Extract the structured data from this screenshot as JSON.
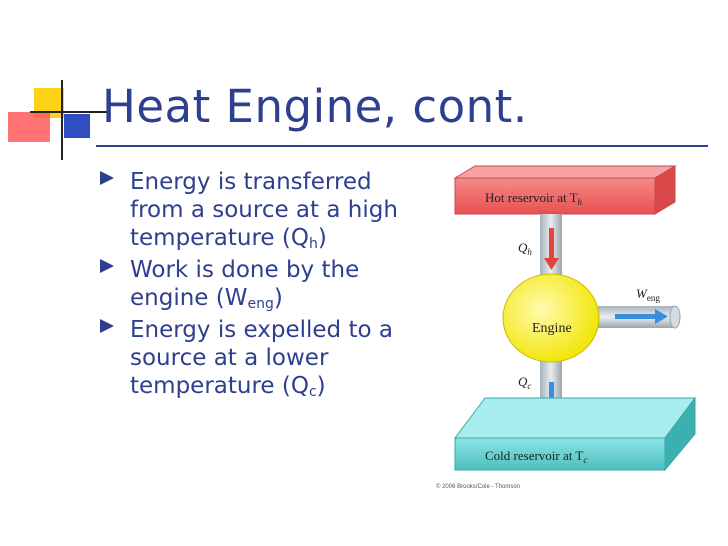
{
  "slide": {
    "title": "Heat Engine, cont.",
    "bullets": [
      {
        "text": "Energy is transferred from a source at a high temperature (Q",
        "sub": "h",
        "tail": ")"
      },
      {
        "text": "Work is done by the engine (W",
        "sub": "eng",
        "tail": ")"
      },
      {
        "text": "Energy is expelled to a source at a lower temperature (Q",
        "sub": "c",
        "tail": ")"
      }
    ]
  },
  "diagram": {
    "hot_reservoir": {
      "label": "Hot reservoir at T",
      "sub": "h"
    },
    "cold_reservoir": {
      "label": "Cold reservoir at T",
      "sub": "c"
    },
    "engine_label": "Engine",
    "qh": {
      "label": "Q",
      "sub": "h"
    },
    "qc": {
      "label": "Q",
      "sub": "c"
    },
    "work": {
      "label": "W",
      "sub": "eng"
    },
    "credit": "© 2006 Brooks/Cole - Thomson"
  },
  "colors": {
    "title": "#2f3f8f",
    "hot": "#f26a6a",
    "cold": "#6ed3d3",
    "engine": "#f5ee2a",
    "arrow_hot": "#e0443a",
    "arrow_cold": "#3a8ee0"
  }
}
